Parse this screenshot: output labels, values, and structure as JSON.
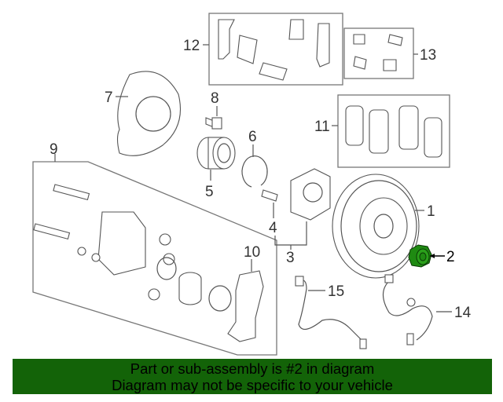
{
  "diagram": {
    "callouts": {
      "c1": "1",
      "c2": "2",
      "c3": "3",
      "c4": "4",
      "c5": "5",
      "c6": "6",
      "c7": "7",
      "c8": "8",
      "c9": "9",
      "c10": "10",
      "c11": "11",
      "c12": "12",
      "c13": "13",
      "c14": "14",
      "c15": "15"
    },
    "highlighted_part": "2",
    "highlight_color": "#1f8a12"
  },
  "banner": {
    "line1": "Part or sub-assembly is #2 in diagram",
    "line2": "Diagram may not be specific to your vehicle",
    "background": "#136308"
  }
}
